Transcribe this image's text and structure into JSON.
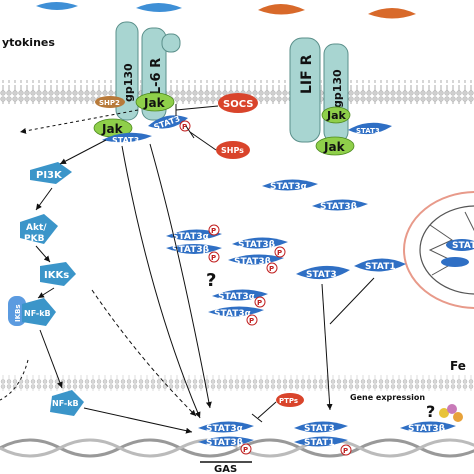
{
  "labels": {
    "cytokines": "ytokines",
    "gp130_left": "gp130",
    "il6r": "IL-6 R",
    "jak_top": "Jak",
    "jak_left": "Jak",
    "shp2": "SHP2",
    "stat3_receptor": "STAT3",
    "stat3_receptor_b": "STAT3",
    "p": "P",
    "socs": "SOCS",
    "shps": "SHPs",
    "lifr": "LIF R",
    "gp130_right": "gp130",
    "jak_right_top": "Jak",
    "jak_right_bottom": "Jak",
    "stat3_right": "STAT3",
    "pi3k": "PI3K",
    "aktpkb_1": "Akt/",
    "aktpkb_2": "PKB",
    "ikks": "IKKs",
    "ikbs": "IKBs",
    "nfkb_cyto": "NF-kB",
    "nfkb_nuc": "NF-kB",
    "stat3a_free": "STAT3α",
    "stat3b_free": "STAT3β",
    "dimer1_top": "STAT3α",
    "dimer1_bottom": "STAT3β",
    "dimer2_top": "STAT3β",
    "dimer2_bottom": "STAT3β",
    "dimer3_top": "STAT3α",
    "dimer3_bottom": "STAT3α",
    "question1": "?",
    "stat3_mid": "STAT3",
    "stat1_mid": "STAT1",
    "stat_mito": "STAT",
    "ptps": "PTPs",
    "gene_expression": "Gene expression",
    "fe": "Fe",
    "question2": "?",
    "nuc_stat3a": "STAT3α",
    "nuc_stat3b": "STAT3β",
    "nuc_stat3": "STAT3",
    "nuc_stat1": "STAT1",
    "nuc_stat3b_right": "STAT3β",
    "gas": "GAS"
  },
  "colors": {
    "receptor": "#a8d5d1",
    "receptor_stroke": "#5a8f8a",
    "jak": "#8fcf4a",
    "stat": "#2f6fc4",
    "stat_light": "#5b9be0",
    "socs": "#d9442b",
    "shp2": "#b87a3a",
    "p_circle": "#ffffff",
    "p_text": "#c02020",
    "nfkb": "#3b95c9",
    "membrane": "#bbbbbb",
    "cytokine_blue": "#3e8fd6",
    "cytokine_orange": "#d8692a",
    "mito": "#e89a8a"
  }
}
